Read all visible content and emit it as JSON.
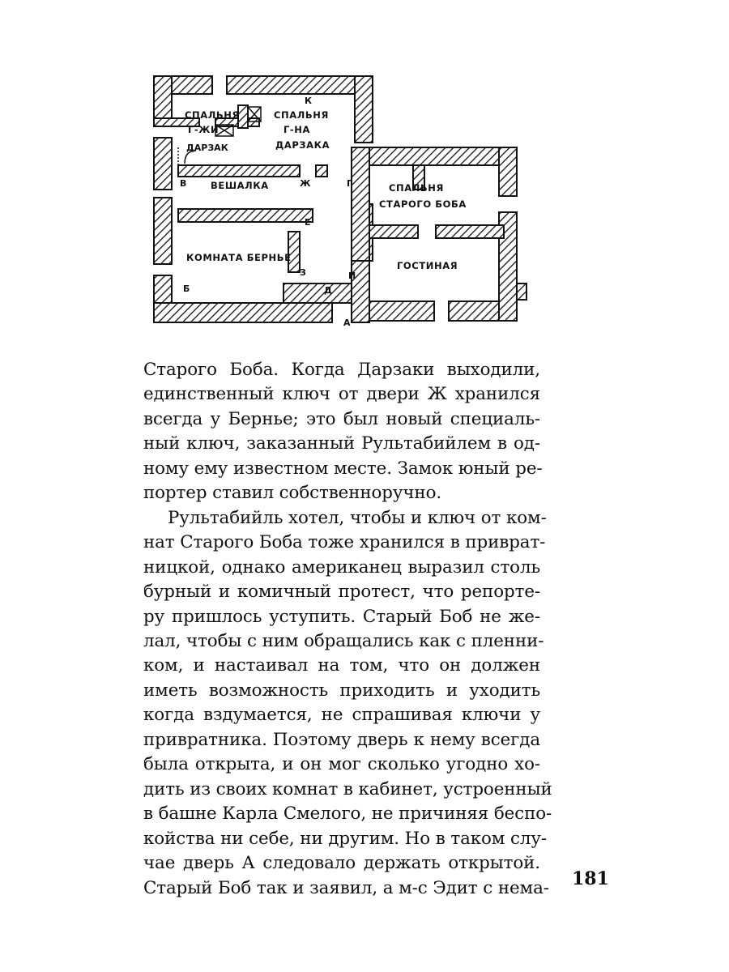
{
  "floor_plan": {
    "rooms": {
      "bedroom_mrs": [
        "СПАЛЬНЯ",
        "Г-ЖИ",
        "ДАРЗАК"
      ],
      "bedroom_mr": [
        "СПАЛЬНЯ",
        "Г-НА",
        "ДАРЗАКА"
      ],
      "hallway": "ВЕШАЛКА",
      "bernier_room": "КОМНАТА БЕРНЬЕ",
      "old_bob_bedroom": [
        "СПАЛЬНЯ",
        "СТАРОГО БОБА"
      ],
      "living_room": "ГОСТИНАЯ"
    },
    "door_letters": {
      "a": "А",
      "b": "Б",
      "v": "В",
      "g": "Г",
      "d": "Д",
      "e": "Е",
      "zh": "Ж",
      "z": "З",
      "i": "И",
      "k": "К"
    }
  },
  "text_lines": [
    "Старого Боба. Когда Дарзаки выходили,",
    "единственный ключ от двери Ж хранился",
    "всегда у Бернье; это был новый специаль-",
    "ный ключ, заказанный Рультабийлем в од-",
    "ному ему известном месте. Замок юный ре-",
    "портер ставил собственноручно.",
    "Рультабийль хотел, чтобы и ключ от ком-",
    "нат Старого Боба тоже хранился в приврат-",
    "ницкой, однако американец выразил столь",
    "бурный и комичный протест, что репорте-",
    "ру пришлось уступить. Старый Боб не же-",
    "лал, чтобы с ним обращались как с пленни-",
    "ком, и настаивал на том, что он должен",
    "иметь возможность приходить и уходить",
    "когда вздумается, не спрашивая ключи у",
    "привратника. Поэтому дверь к нему всегда",
    "была открыта, и он мог сколько угодно хо-",
    "дить из своих комнат в кабинет, устроенный",
    "в башне Карла Смелого, не причиняя беспо-",
    "койства ни себе, ни другим. Но в таком слу-",
    "чае дверь А следовало держать открытой.",
    "Старый Боб так и заявил, а м-с Эдит с нема-"
  ],
  "page_number": "181"
}
